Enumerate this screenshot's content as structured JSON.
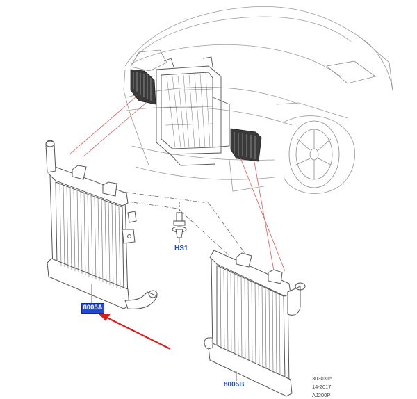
{
  "labels": {
    "cooler_left": "8005A",
    "cooler_right": "8005B",
    "bolt": "HS1"
  },
  "reference": {
    "line1": "3030315",
    "line2": "14-2017",
    "line3": "AJ200P"
  },
  "colors": {
    "outline": "#555555",
    "leader_red": "#e05a5a",
    "arrow_red": "#e01a1a",
    "highlight_blue": "#1f49d8",
    "label_blue": "#1a4fd6"
  }
}
